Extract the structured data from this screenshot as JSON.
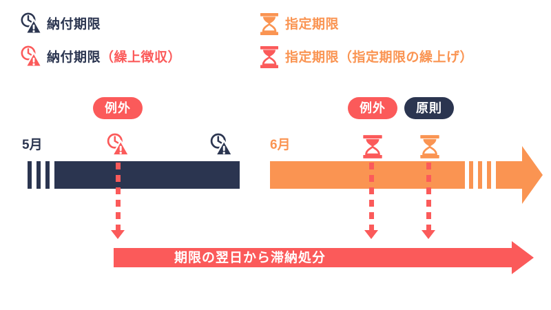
{
  "colors": {
    "navy": "#2b3550",
    "red": "#fb5a5a",
    "orange": "#fa9452",
    "white": "#ffffff",
    "background": "#ffffff"
  },
  "legend": {
    "items": [
      {
        "icon": "clock-warning-icon",
        "icon_color": "#2b3550",
        "label": "納付期限",
        "label_color": "#2b3550"
      },
      {
        "icon": "clock-warning-icon",
        "icon_color": "#fb5a5a",
        "label": "納付期限（繰上徴収）",
        "label_color": "#2b3550",
        "label_accent": "（繰上徴収）",
        "label_accent_color": "#fb5a5a",
        "label_main": "納付期限"
      },
      {
        "icon": "hourglass-icon",
        "icon_color": "#fa9452",
        "label": "指定期限",
        "label_color": "#fa9452"
      },
      {
        "icon": "hourglass-icon",
        "icon_color": "#fb5a5a",
        "label": "指定期限（指定期限の繰上げ）",
        "label_color": "#fa9452"
      }
    ]
  },
  "timelines": [
    {
      "id": "may-timeline",
      "month_label": "5月",
      "month_color": "#2b3550",
      "bar_color": "#2b3550",
      "markers": [
        {
          "id": "may-exception-marker",
          "icon": "clock-warning-icon",
          "icon_color": "#fb5a5a",
          "badge": "例外",
          "badge_color": "#fb5a5a",
          "has_dashed_connector": true
        },
        {
          "id": "may-principle-marker",
          "icon": "clock-warning-icon",
          "icon_color": "#2b3550",
          "badge": null,
          "has_dashed_connector": false
        }
      ]
    },
    {
      "id": "june-timeline",
      "month_label": "6月",
      "month_color": "#fa9452",
      "bar_color": "#fa9452",
      "markers": [
        {
          "id": "june-exception-marker",
          "icon": "hourglass-icon",
          "icon_color": "#fb5a5a",
          "badge": "例外",
          "badge_color": "#fb5a5a",
          "has_dashed_connector": true
        },
        {
          "id": "june-principle-marker",
          "icon": "hourglass-icon",
          "icon_color": "#fa9452",
          "badge": "原則",
          "badge_color": "#2b3550",
          "has_dashed_connector": true
        }
      ]
    }
  ],
  "bottom_arrow": {
    "label": "期限の翌日から滞納処分",
    "color": "#fb5a5a",
    "text_color": "#ffffff"
  }
}
